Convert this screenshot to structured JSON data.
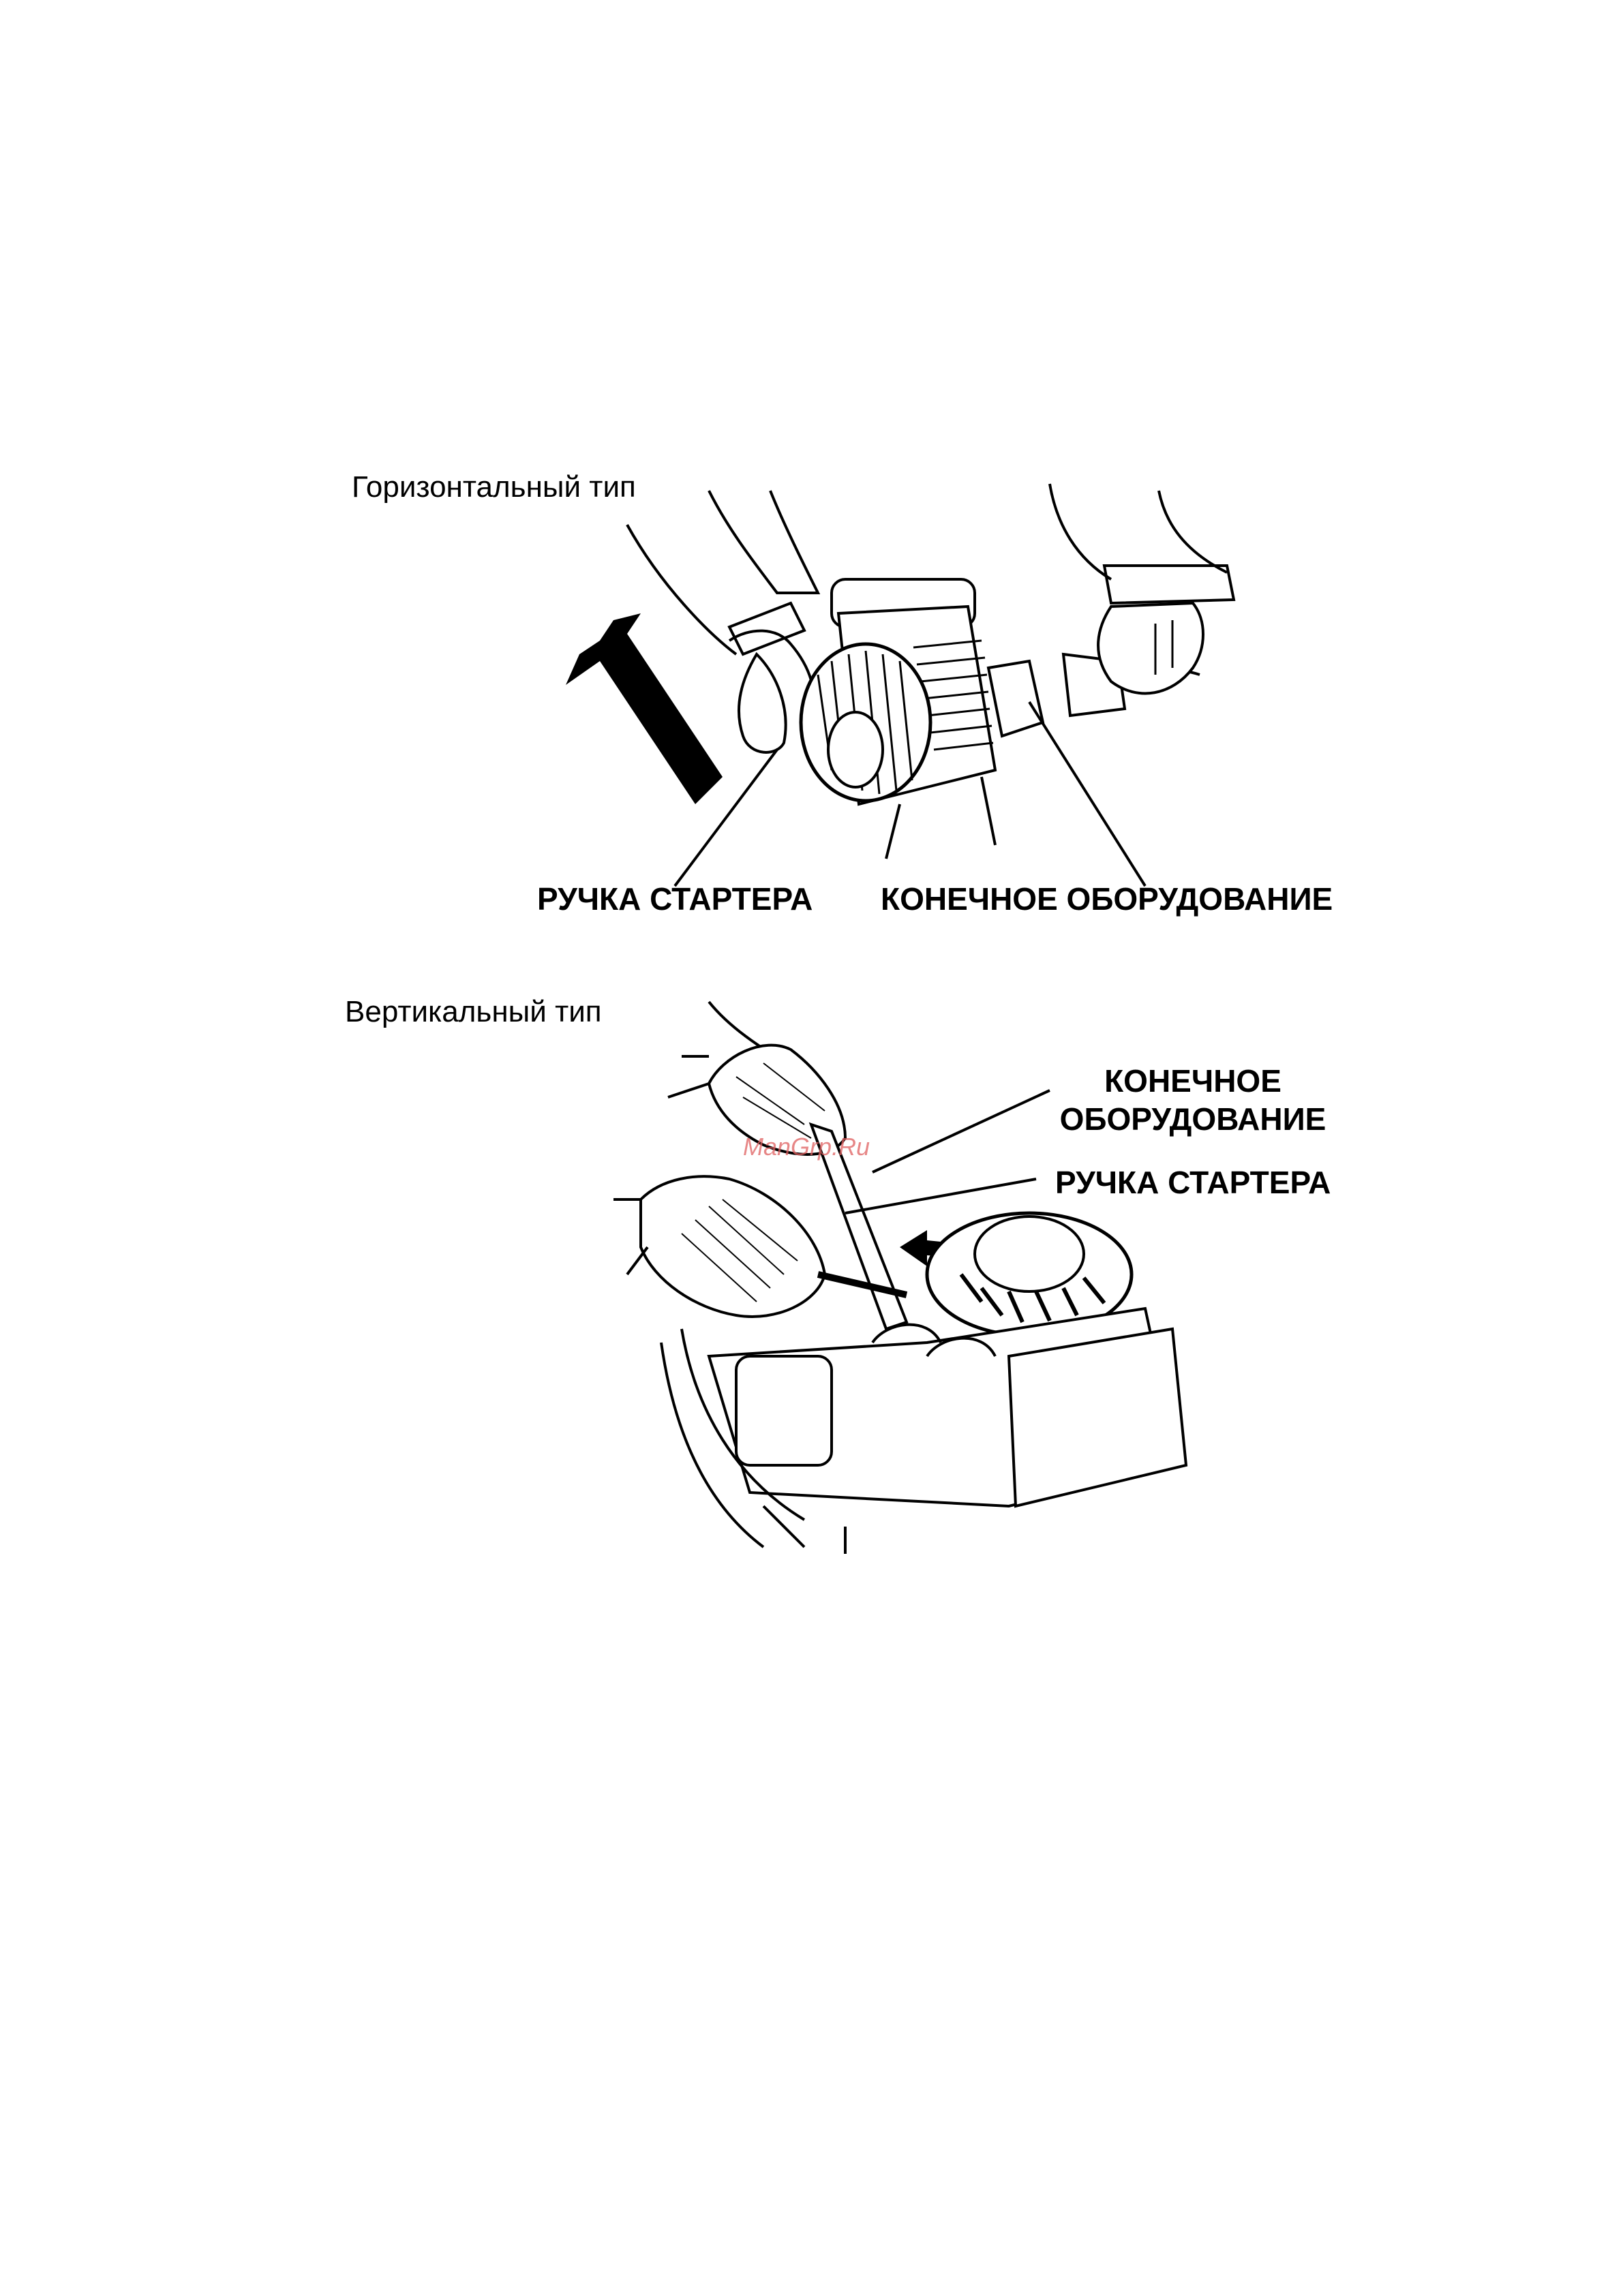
{
  "horizontal": {
    "caption": "Горизонтальный тип",
    "label_starter": "РУЧКА СТАРТЕРА",
    "label_equipment": "КОНЕЧНОЕ ОБОРУДОВАНИЕ"
  },
  "vertical": {
    "caption": "Вертикальный тип",
    "label_equipment_line1": "КОНЕЧНОЕ",
    "label_equipment_line2": "ОБОРУДОВАНИЕ",
    "label_starter": "РУЧКА СТАРТЕРА"
  },
  "watermark": "ManGrp.Ru"
}
